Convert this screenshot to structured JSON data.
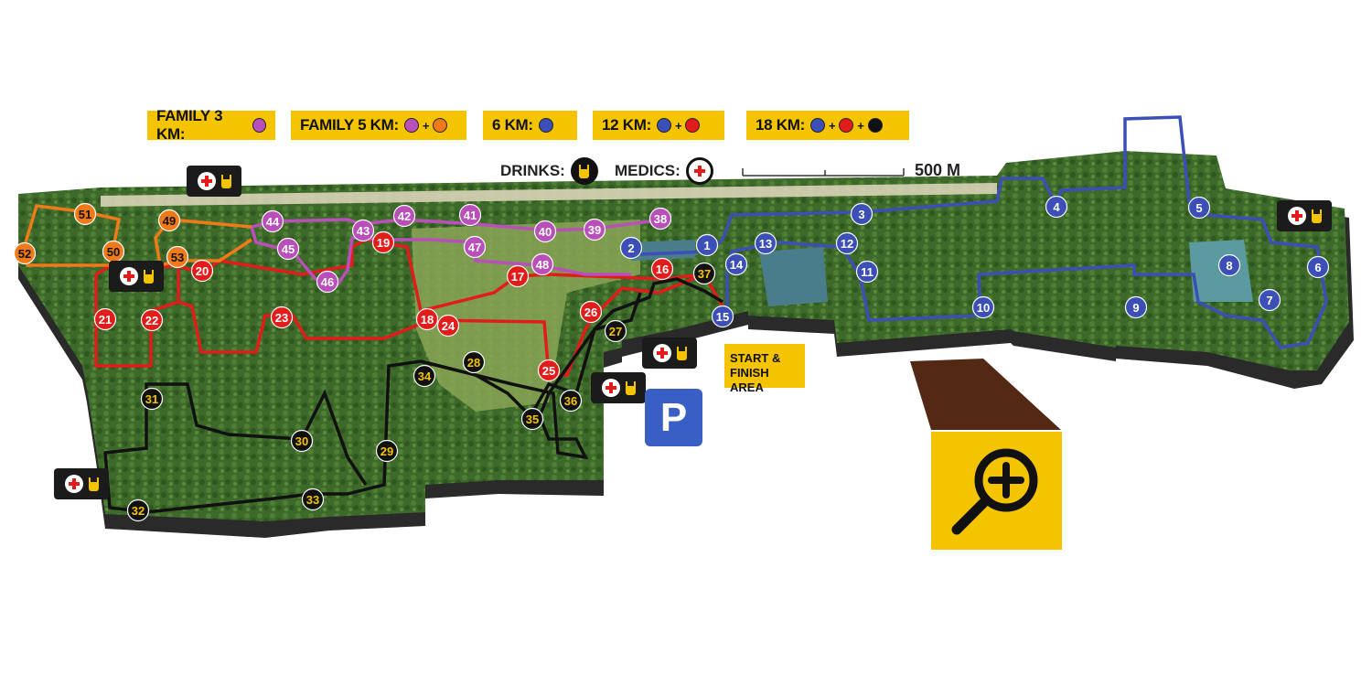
{
  "legend": [
    {
      "label": "FAMILY 3 KM:",
      "colors": [
        "#b94fb9"
      ]
    },
    {
      "label": "FAMILY 5 KM:",
      "colors": [
        "#b94fb9",
        "#f07a1a"
      ]
    },
    {
      "label": "6 KM:",
      "colors": [
        "#3b4fb6"
      ]
    },
    {
      "label": "12 KM:",
      "colors": [
        "#3b4fb6",
        "#e21b1b"
      ]
    },
    {
      "label": "18 KM:",
      "colors": [
        "#3b4fb6",
        "#e21b1b",
        "#111111"
      ]
    }
  ],
  "plus_sign": "+",
  "keys": {
    "drinks": "DRINKS:",
    "medics": "MEDICS:",
    "scale": "500 M"
  },
  "start": {
    "line1": "START &",
    "line2": "FINISH AREA"
  },
  "parking": "P",
  "colors": {
    "blue": "#3b4fb6",
    "red": "#e21b1b",
    "black": "#111111",
    "purple": "#b94fb9",
    "orange": "#f07a1a",
    "yellow": "#f5c400"
  },
  "icons": [
    "first-aid-cross-icon",
    "drink-cup-icon",
    "zoom-in-magnifier-icon",
    "mushroom-icon",
    "parking-icon"
  ],
  "markers": [
    {
      "n": "1",
      "c": "blue"
    },
    {
      "n": "2",
      "c": "blue"
    },
    {
      "n": "3",
      "c": "blue"
    },
    {
      "n": "4",
      "c": "blue"
    },
    {
      "n": "5",
      "c": "blue"
    },
    {
      "n": "6",
      "c": "blue"
    },
    {
      "n": "7",
      "c": "blue"
    },
    {
      "n": "8",
      "c": "blue"
    },
    {
      "n": "9",
      "c": "blue"
    },
    {
      "n": "10",
      "c": "blue"
    },
    {
      "n": "11",
      "c": "blue"
    },
    {
      "n": "12",
      "c": "blue"
    },
    {
      "n": "13",
      "c": "blue"
    },
    {
      "n": "14",
      "c": "blue"
    },
    {
      "n": "15",
      "c": "blue"
    },
    {
      "n": "16",
      "c": "red"
    },
    {
      "n": "17",
      "c": "red"
    },
    {
      "n": "18",
      "c": "red"
    },
    {
      "n": "19",
      "c": "red"
    },
    {
      "n": "20",
      "c": "red"
    },
    {
      "n": "21",
      "c": "red"
    },
    {
      "n": "22",
      "c": "red"
    },
    {
      "n": "23",
      "c": "red"
    },
    {
      "n": "24",
      "c": "red"
    },
    {
      "n": "25",
      "c": "red"
    },
    {
      "n": "26",
      "c": "red"
    },
    {
      "n": "27",
      "c": "black"
    },
    {
      "n": "28",
      "c": "black"
    },
    {
      "n": "29",
      "c": "black"
    },
    {
      "n": "30",
      "c": "black"
    },
    {
      "n": "31",
      "c": "black"
    },
    {
      "n": "32",
      "c": "black"
    },
    {
      "n": "33",
      "c": "black"
    },
    {
      "n": "34",
      "c": "black"
    },
    {
      "n": "35",
      "c": "black"
    },
    {
      "n": "36",
      "c": "black"
    },
    {
      "n": "37",
      "c": "black"
    },
    {
      "n": "38",
      "c": "purple"
    },
    {
      "n": "39",
      "c": "purple"
    },
    {
      "n": "40",
      "c": "purple"
    },
    {
      "n": "41",
      "c": "purple"
    },
    {
      "n": "42",
      "c": "purple"
    },
    {
      "n": "43",
      "c": "purple"
    },
    {
      "n": "44",
      "c": "purple"
    },
    {
      "n": "45",
      "c": "purple"
    },
    {
      "n": "46",
      "c": "purple"
    },
    {
      "n": "47",
      "c": "purple"
    },
    {
      "n": "48",
      "c": "purple"
    },
    {
      "n": "49",
      "c": "orange"
    },
    {
      "n": "50",
      "c": "orange"
    },
    {
      "n": "51",
      "c": "orange"
    },
    {
      "n": "52",
      "c": "orange"
    },
    {
      "n": "53",
      "c": "orange"
    }
  ]
}
